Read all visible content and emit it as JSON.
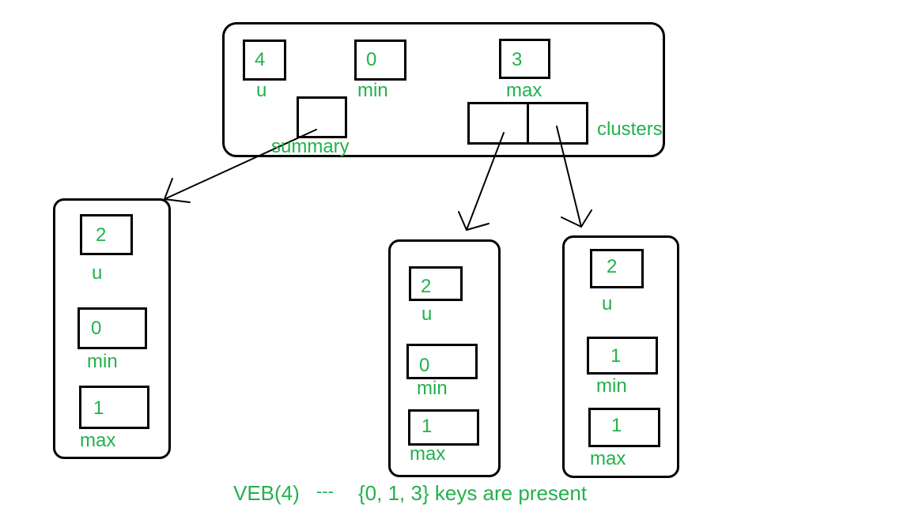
{
  "root": {
    "u_value": "4",
    "u_label": "u",
    "min_value": "0",
    "min_label": "min",
    "max_value": "3",
    "max_label": "max",
    "summary_label": "summary",
    "clusters_label": "clusters"
  },
  "summary_node": {
    "u_value": "2",
    "u_label": "u",
    "min_value": "0",
    "min_label": "min",
    "max_value": "1",
    "max_label": "max"
  },
  "cluster_0": {
    "u_value": "2",
    "u_label": "u",
    "min_value": "0",
    "min_label": "min",
    "max_value": "1",
    "max_label": "max"
  },
  "cluster_1": {
    "u_value": "2",
    "u_label": "u",
    "min_value": "1",
    "min_label": "min",
    "max_value": "1",
    "max_label": "max"
  },
  "caption": {
    "veb": "VEB(4)",
    "dashes": "---",
    "keys": "{0, 1, 3} keys are present"
  },
  "colors": {
    "text": "#22b14c",
    "lines": "#000000"
  }
}
